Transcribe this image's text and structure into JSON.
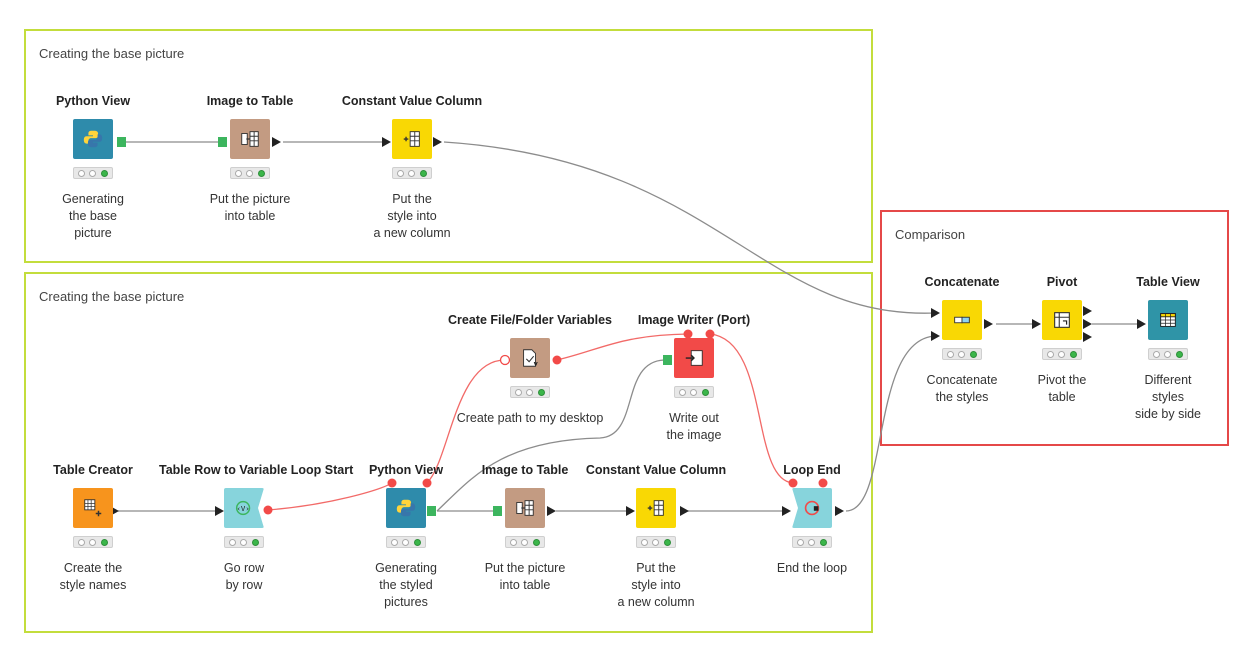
{
  "annotations": {
    "top": {
      "title": "Creating the base picture"
    },
    "bottom": {
      "title": "Creating the base picture"
    },
    "comparison": {
      "title": "Comparison"
    }
  },
  "nodes": {
    "python_view_1": {
      "name": "Python View",
      "desc": "Generating\nthe base\npicture",
      "icon": "python-icon"
    },
    "image_to_table_1": {
      "name": "Image to Table",
      "desc": "Put the picture\ninto table",
      "icon": "image-to-table-icon"
    },
    "constant_value_1": {
      "name": "Constant Value Column",
      "desc": "Put the\nstyle into\na new column",
      "icon": "constant-value-icon"
    },
    "table_creator": {
      "name": "Table Creator",
      "desc": "Create the\nstyle names",
      "icon": "table-creator-icon"
    },
    "loop_start": {
      "name": "Table Row to Variable Loop Start",
      "desc": "Go row\nby row",
      "icon": "loop-start-icon"
    },
    "python_view_2": {
      "name": "Python View",
      "desc": "Generating\nthe styled\npictures",
      "icon": "python-icon"
    },
    "image_to_table_2": {
      "name": "Image to Table",
      "desc": "Put the picture\ninto table",
      "icon": "image-to-table-icon"
    },
    "constant_value_2": {
      "name": "Constant Value Column",
      "desc": "Put the\nstyle into\na new column",
      "icon": "constant-value-icon"
    },
    "loop_end": {
      "name": "Loop End",
      "desc": "End the loop",
      "icon": "loop-end-icon"
    },
    "file_vars": {
      "name": "Create File/Folder Variables",
      "desc": "Create path to my desktop",
      "icon": "file-variables-icon"
    },
    "image_writer": {
      "name": "Image Writer (Port)",
      "desc": "Write out\nthe image",
      "icon": "image-writer-icon"
    },
    "concatenate": {
      "name": "Concatenate",
      "desc": "Concatenate\nthe styles",
      "icon": "concatenate-icon"
    },
    "pivot": {
      "name": "Pivot",
      "desc": "Pivot the\ntable",
      "icon": "pivot-icon"
    },
    "table_view": {
      "name": "Table View",
      "desc": "Different\nstyles\nside by side",
      "icon": "table-view-icon"
    }
  },
  "colors": {
    "annotation_green": "#c3dd3c",
    "annotation_red": "#e54848",
    "data_port": "#3cb55e",
    "flow_variable": "#f24a48",
    "connection": "#8c8c8c",
    "status_green": "#3bb64a"
  }
}
